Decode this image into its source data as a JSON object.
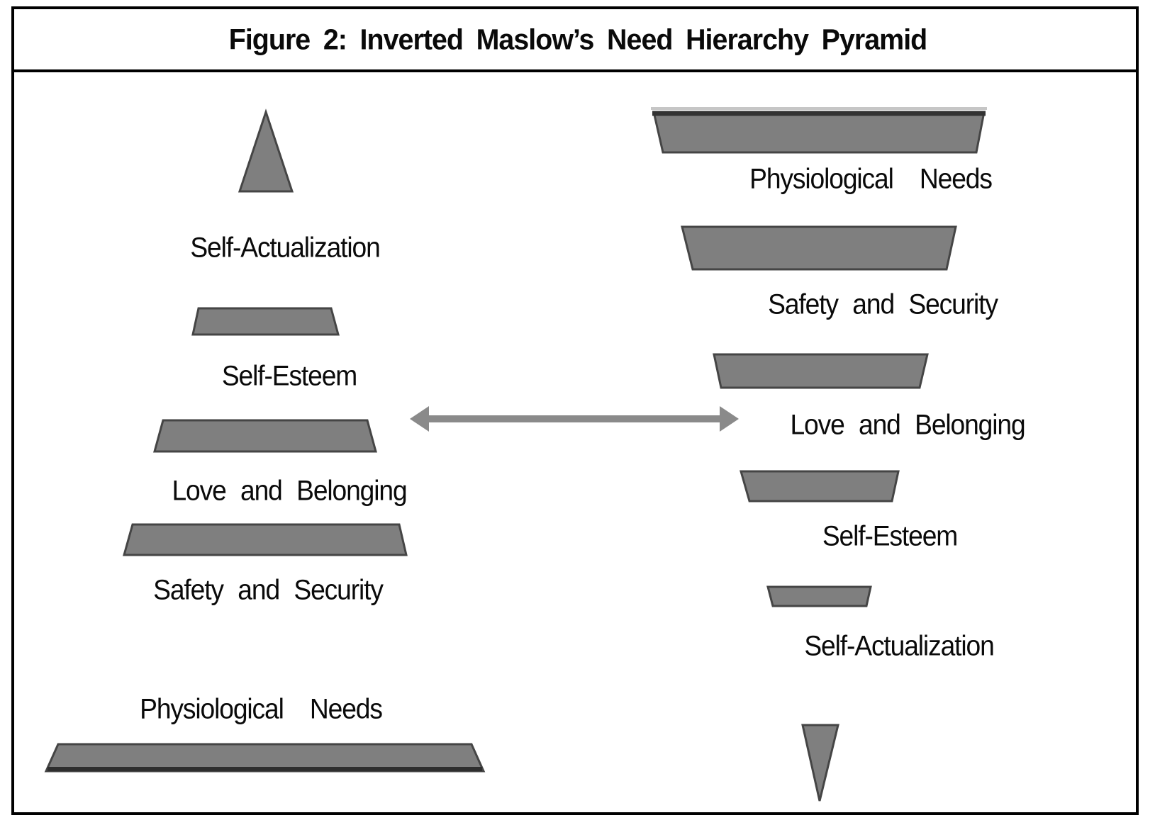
{
  "figure": {
    "title": "Figure 2: Inverted Maslow’s Need Hierarchy Pyramid"
  },
  "left_pyramid": {
    "orientation": "upright",
    "labels": [
      {
        "text": "Self-Actualization"
      },
      {
        "text": "Self-Esteem"
      },
      {
        "text": "Love and Belonging"
      },
      {
        "text": "Safety and Security"
      },
      {
        "text": "Physiological Needs"
      }
    ]
  },
  "right_pyramid": {
    "orientation": "inverted",
    "labels": [
      {
        "text": "Physiological Needs"
      },
      {
        "text": "Safety and Security"
      },
      {
        "text": "Love and Belonging"
      },
      {
        "text": "Self-Esteem"
      },
      {
        "text": "Self-Actualization"
      }
    ]
  },
  "arrow": {
    "type": "double-headed horizontal"
  },
  "colors": {
    "shape_fill": "#7f7f7f",
    "shape_stroke": "#454545",
    "arrow_fill": "#8a8a8a",
    "top_edge_dark": "#333333",
    "top_edge_light": "#c6c6c6",
    "bottom_edge_dark": "#2e2e2e",
    "border": "#000000",
    "text": "#0a0a0a",
    "background": "#ffffff"
  }
}
